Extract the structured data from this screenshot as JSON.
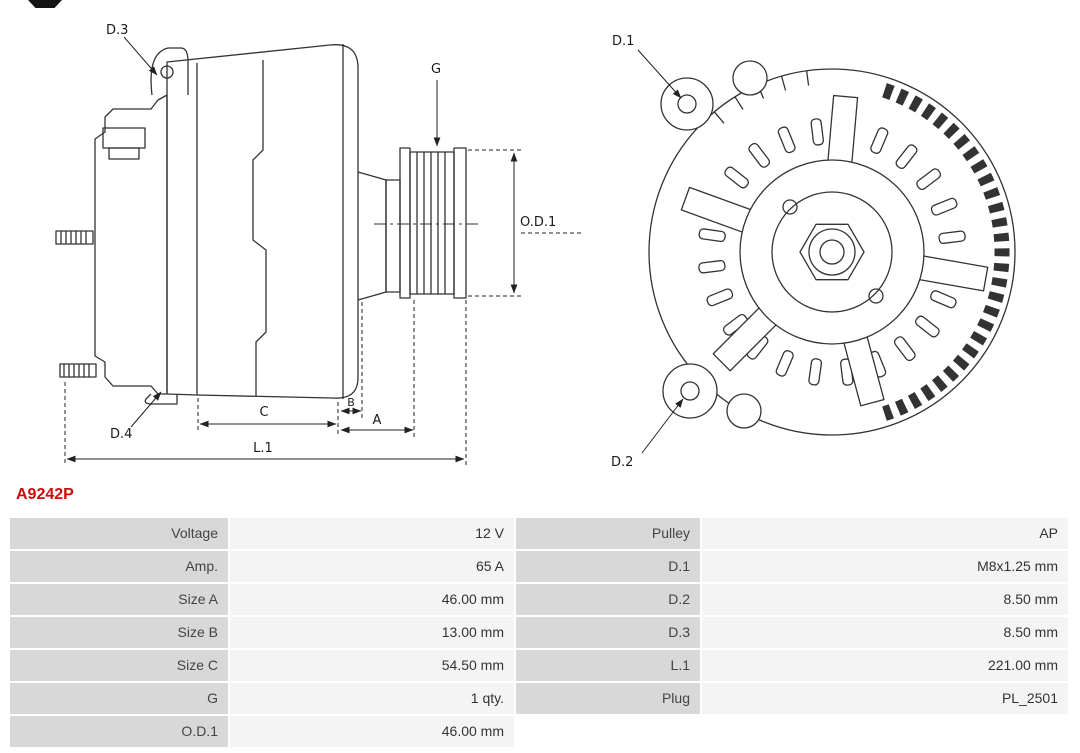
{
  "part_number": "A9242P",
  "diagram": {
    "side_view": {
      "d3": "D.3",
      "d4": "D.4",
      "g": "G",
      "od1": "O.D.1",
      "a": "A",
      "b": "B",
      "c": "C",
      "l1": "L.1"
    },
    "rear_view": {
      "d1": "D.1",
      "d2": "D.2"
    }
  },
  "spec_table": {
    "rows": [
      {
        "label_left": "Voltage",
        "value_left": "12 V",
        "label_right": "Pulley",
        "value_right": "AP"
      },
      {
        "label_left": "Amp.",
        "value_left": "65 A",
        "label_right": "D.1",
        "value_right": "M8x1.25 mm"
      },
      {
        "label_left": "Size A",
        "value_left": "46.00 mm",
        "label_right": "D.2",
        "value_right": "8.50 mm"
      },
      {
        "label_left": "Size B",
        "value_left": "13.00 mm",
        "label_right": "D.3",
        "value_right": "8.50 mm"
      },
      {
        "label_left": "Size C",
        "value_left": "54.50 mm",
        "label_right": "L.1",
        "value_right": "221.00 mm"
      },
      {
        "label_left": "G",
        "value_left": "1 qty.",
        "label_right": "Plug",
        "value_right": "PL_2501"
      },
      {
        "label_left": "O.D.1",
        "value_left": "46.00 mm",
        "label_right": "",
        "value_right": ""
      }
    ]
  },
  "colors": {
    "part_number": "#cf0a0a",
    "table_label_bg": "#d8d8d8",
    "table_value_bg": "#f4f4f4",
    "line": "#333333"
  }
}
